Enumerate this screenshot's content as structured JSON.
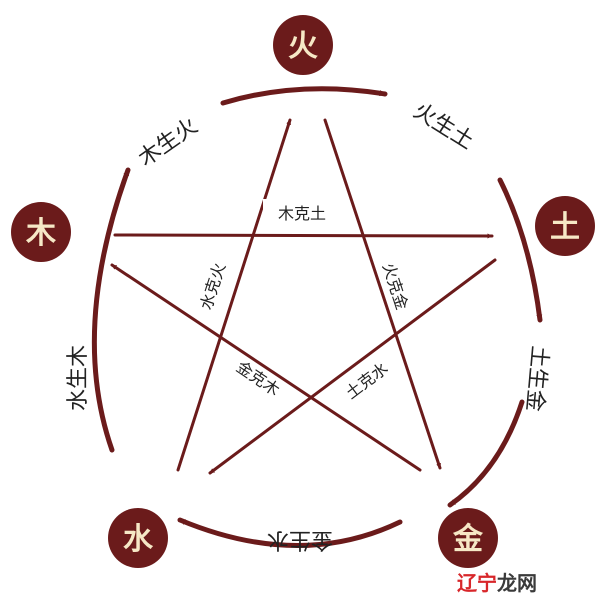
{
  "colors": {
    "primary": "#6b1b1b",
    "node_text": "#f6e8c6",
    "label_text": "#222222",
    "watermark_red": "#d8262a",
    "watermark_gray": "#3a3a3a"
  },
  "elements": {
    "fire": "火",
    "earth": "土",
    "metal": "金",
    "water": "水",
    "wood": "木"
  },
  "generating": {
    "wood_fire": "木生火",
    "fire_earth": "火生土",
    "earth_metal": "土生金",
    "metal_water": "金生水",
    "water_wood": "水生木"
  },
  "controlling": {
    "wood_earth": "木克土",
    "fire_metal": "火克金",
    "earth_water": "土克水",
    "metal_wood": "金克木",
    "water_fire": "水克火"
  },
  "watermark": {
    "part1": "辽宁",
    "part2": "龙网"
  }
}
